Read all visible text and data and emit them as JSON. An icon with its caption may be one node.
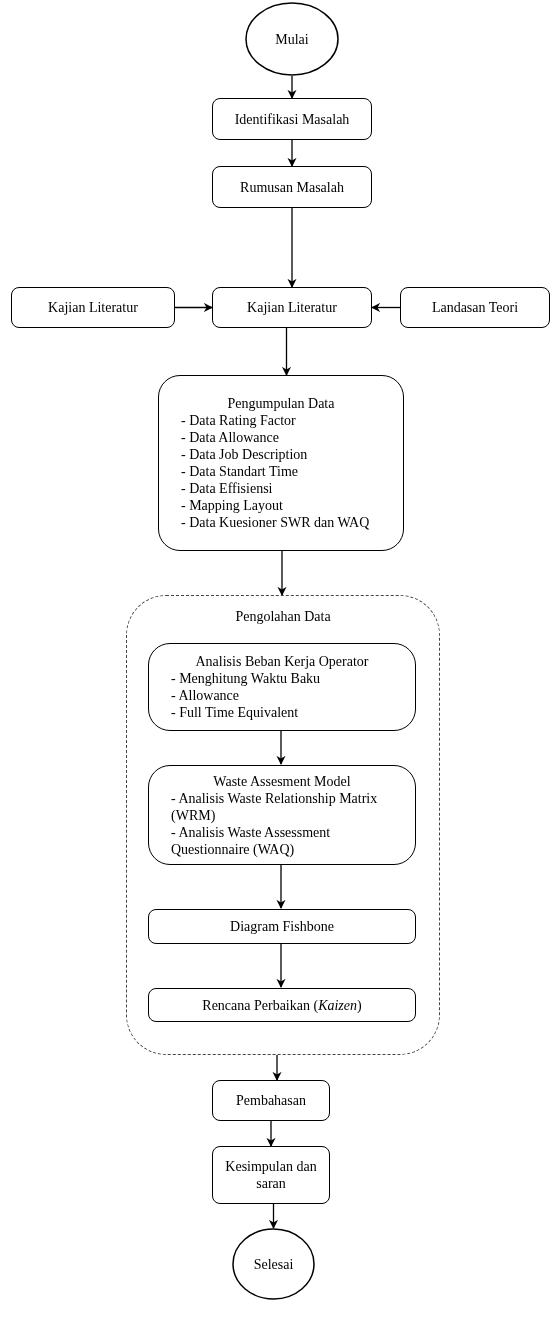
{
  "diagram": {
    "nodes": [
      {
        "text": [
          "Mulai"
        ]
      },
      {
        "text": [
          "Identifikasi Masalah"
        ]
      },
      {
        "text": [
          "Rumusan Masalah"
        ]
      },
      {
        "text": [
          "Kajian Literatur"
        ]
      },
      {
        "text": [
          "Kajian Literatur"
        ]
      },
      {
        "text": [
          "Landasan Teori"
        ]
      },
      {
        "text": [
          "Pengumpulan Data",
          "- Data Rating Factor",
          "- Data Allowance",
          "- Data Job Description",
          "- Data Standart Time",
          "- Data Effisiensi",
          "- Mapping Layout",
          "- Data Kuesioner SWR dan WAQ"
        ]
      },
      {
        "text": [
          "Pengolahan Data"
        ]
      },
      {
        "text": [
          "Analisis Beban Kerja Operator",
          "- Menghitung Waktu Baku",
          "-  Allowance",
          "- Full Time Equivalent"
        ],
        "in": 7
      },
      {
        "text": [
          "Waste Assesment Model",
          "- Analisis Waste Relationship Matrix (WRM)",
          "-  Analisis Waste Assessment Questionnaire (WAQ)"
        ],
        "in": 7
      },
      {
        "text": [
          "Diagram Fishbone"
        ],
        "in": 7
      },
      {
        "text": [
          "Rencana Perbaikan (*Kaizen*)"
        ],
        "in": 7
      },
      {
        "text": [
          "Pembahasan"
        ]
      },
      {
        "text": [
          "Kesimpulan dan saran"
        ]
      },
      {
        "text": [
          "Selesai"
        ]
      }
    ],
    "edges": [
      {
        "from": 0,
        "to": 1,
        "arrow": "to"
      },
      {
        "from": 1,
        "to": 2,
        "arrow": "to"
      },
      {
        "from": 2,
        "to": 4,
        "arrow": "to"
      },
      {
        "from": 3,
        "to": 4,
        "arrow": "to"
      },
      {
        "from": 5,
        "to": 4,
        "arrow": "to"
      },
      {
        "from": 4,
        "to": 6,
        "arrow": "to"
      },
      {
        "from": 6,
        "to": 7,
        "arrow": "to"
      },
      {
        "from": 8,
        "to": 9,
        "arrow": "to"
      },
      {
        "from": 9,
        "to": 10,
        "arrow": "to"
      },
      {
        "from": 10,
        "to": 11,
        "arrow": "to"
      },
      {
        "from": 7,
        "to": 12,
        "arrow": "to"
      },
      {
        "from": 12,
        "to": 13,
        "arrow": "to"
      },
      {
        "from": 13,
        "to": 14,
        "arrow": "to"
      }
    ]
  }
}
